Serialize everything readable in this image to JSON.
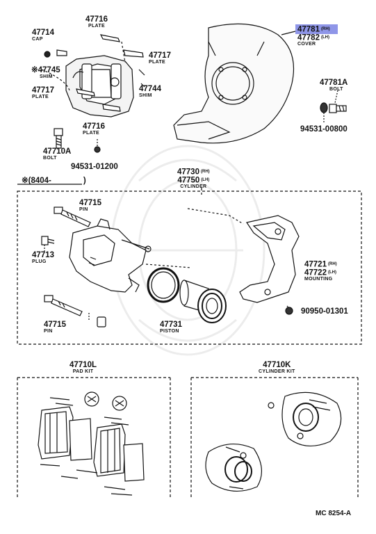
{
  "header": {
    "cap": {
      "num": "47714",
      "text": "CAP"
    },
    "shim_top": {
      "num": "47745",
      "mark": "※",
      "text": "SHIM"
    },
    "plate_left": {
      "num": "47717",
      "text": "PLATE"
    },
    "plate_top": {
      "num": "47716",
      "text": "PLATE"
    },
    "plate_right": {
      "num": "47717",
      "text": "PLATE"
    },
    "shim_right": {
      "num": "47744",
      "text": "SHIM"
    },
    "plate_bottom": {
      "num": "47716",
      "text": "PLATE"
    },
    "bolt_left": {
      "num": "47710A",
      "text": "BOLT"
    },
    "washer_left": {
      "num": "94531-01200"
    },
    "cover_rh": {
      "num": "47781",
      "suffix": "(RH)"
    },
    "cover_lh": {
      "num": "47782",
      "suffix": "(LH)",
      "text": "COVER"
    },
    "bolt_right": {
      "num": "47781A",
      "text": "BOLT"
    },
    "washer_right": {
      "num": "94531-00800"
    }
  },
  "caliper_section": {
    "range_note": "※(8404-",
    "range_end": ")",
    "cylinder": {
      "num1": "47730",
      "suf1": "(RH)",
      "num2": "47750",
      "suf2": "(LH)",
      "text": "CYLINDER"
    },
    "pin_top": {
      "num": "47715",
      "text": "PIN"
    },
    "plug": {
      "num": "47713",
      "text": "PLUG"
    },
    "pin_bottom": {
      "num": "47715",
      "text": "PIN"
    },
    "piston": {
      "num": "47731",
      "text": "PISTON"
    },
    "mounting": {
      "num1": "47721",
      "suf1": "(RH)",
      "num2": "47722",
      "suf2": "(LH)",
      "text": "MOUNTING"
    },
    "nut": {
      "num": "90950-01301"
    }
  },
  "kits": {
    "pad_kit": {
      "num": "47710L",
      "text": "PAD KIT"
    },
    "cylinder_kit": {
      "num": "47710K",
      "text": "CYLINDER KIT"
    }
  },
  "footer": {
    "code": "MC  8254-A"
  },
  "colors": {
    "highlight": "#8f96e8",
    "ink": "#111111"
  }
}
